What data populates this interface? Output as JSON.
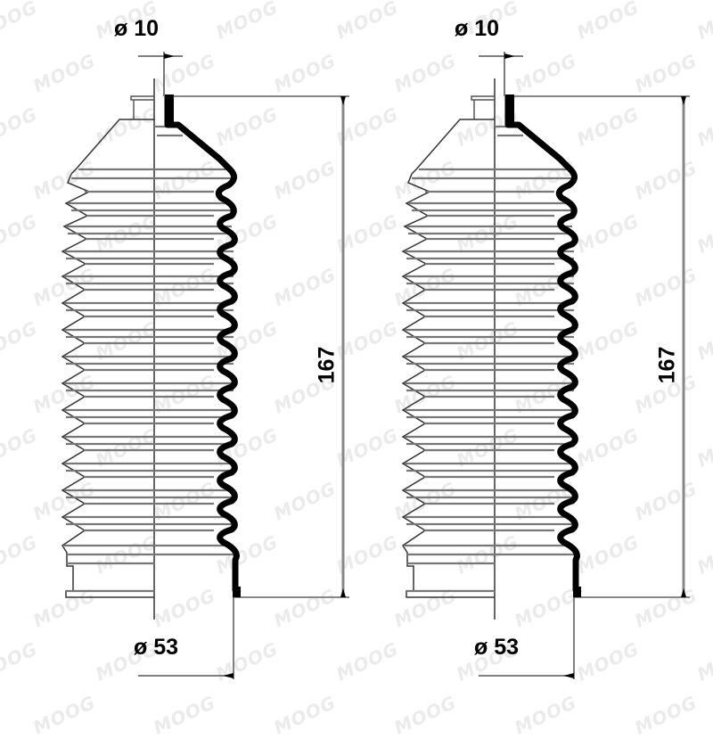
{
  "diagram": {
    "subject": "Steering rack bellows boot kit (two identical boots)",
    "watermark_text": "MOOG",
    "colors": {
      "line": "#000000",
      "guide": "#888888",
      "ribs": "#777777",
      "background": "#ffffff",
      "watermark": "#ebebeb"
    },
    "parts": [
      {
        "id": "left",
        "dimensions": {
          "top_diameter": "ø 10",
          "bottom_diameter": "ø 53",
          "length": "167"
        }
      },
      {
        "id": "right",
        "dimensions": {
          "top_diameter": "ø 10",
          "bottom_diameter": "ø 53",
          "length": "167"
        }
      }
    ]
  }
}
